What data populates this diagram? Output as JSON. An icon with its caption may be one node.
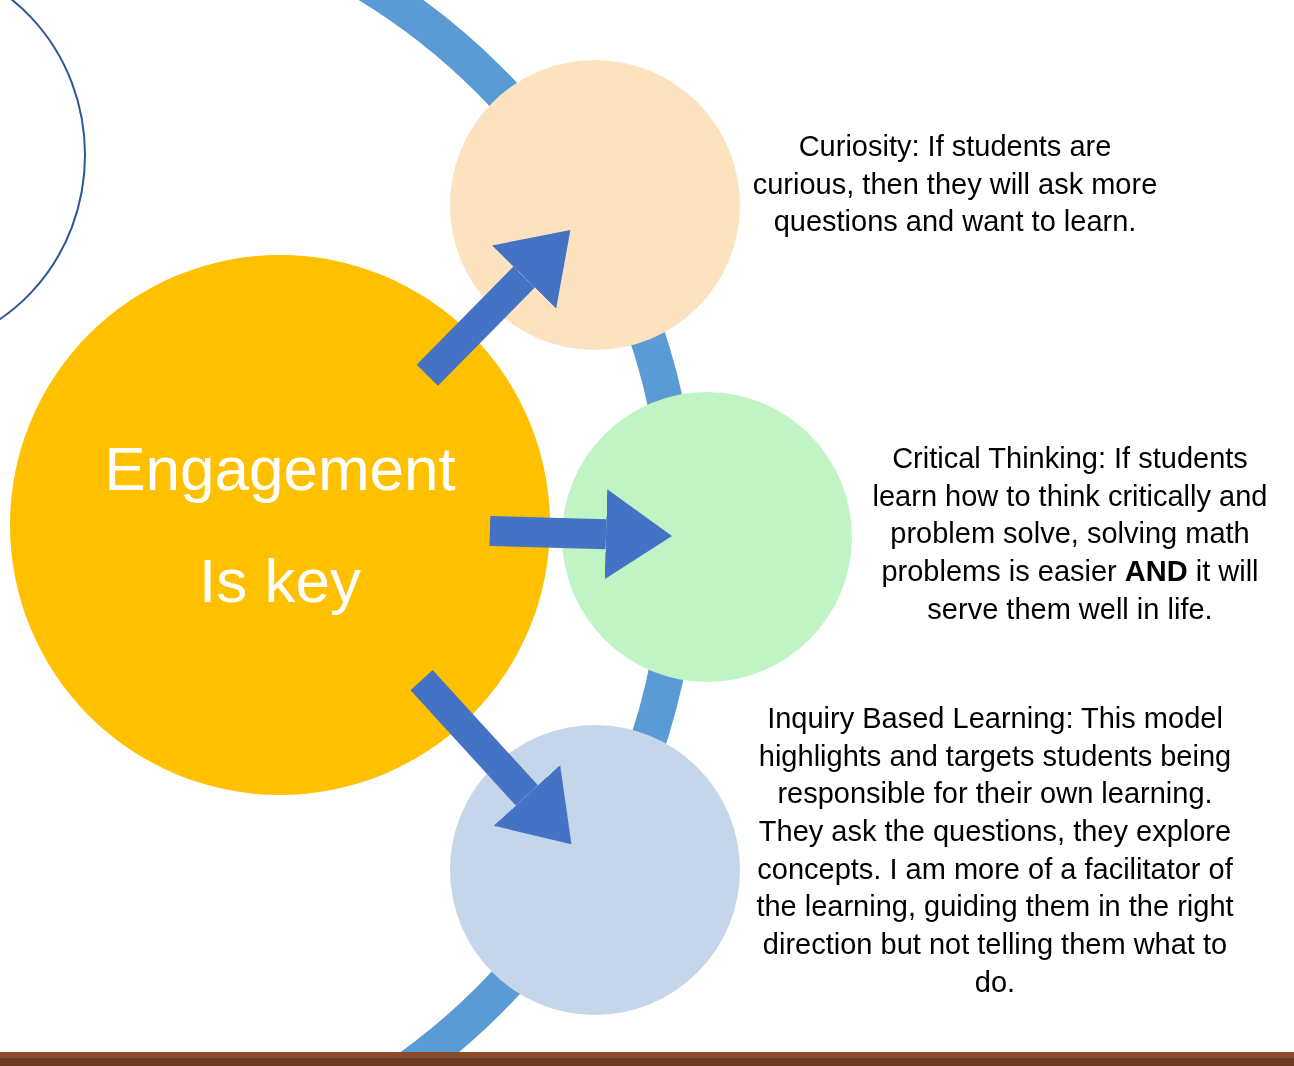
{
  "diagram": {
    "nodes": [
      {
        "text": [
          "Engagement Is key"
        ]
      },
      {
        "text": [],
        "shape": "circle",
        "beside": [
          "Curiosity: If students are curious, then they will ask more questions and want to learn."
        ]
      },
      {
        "text": [],
        "shape": "circle",
        "beside": [
          "Critical Thinking: If students learn how to think critically and problem solve, solving math problems is easier **AND** it will serve them well in life."
        ]
      },
      {
        "text": [],
        "shape": "circle",
        "beside": [
          "Inquiry Based Learning: This model highlights and targets students being responsible for their own learning. They ask the questions, they explore concepts. I am more of a facilitator of the learning, guiding them in the right direction but not telling them what to do."
        ]
      }
    ],
    "edges": [
      {
        "from": 0,
        "to": 1,
        "arrow": "to"
      },
      {
        "from": 0,
        "to": 2,
        "arrow": "to"
      },
      {
        "from": 0,
        "to": 3,
        "arrow": "to"
      }
    ]
  }
}
